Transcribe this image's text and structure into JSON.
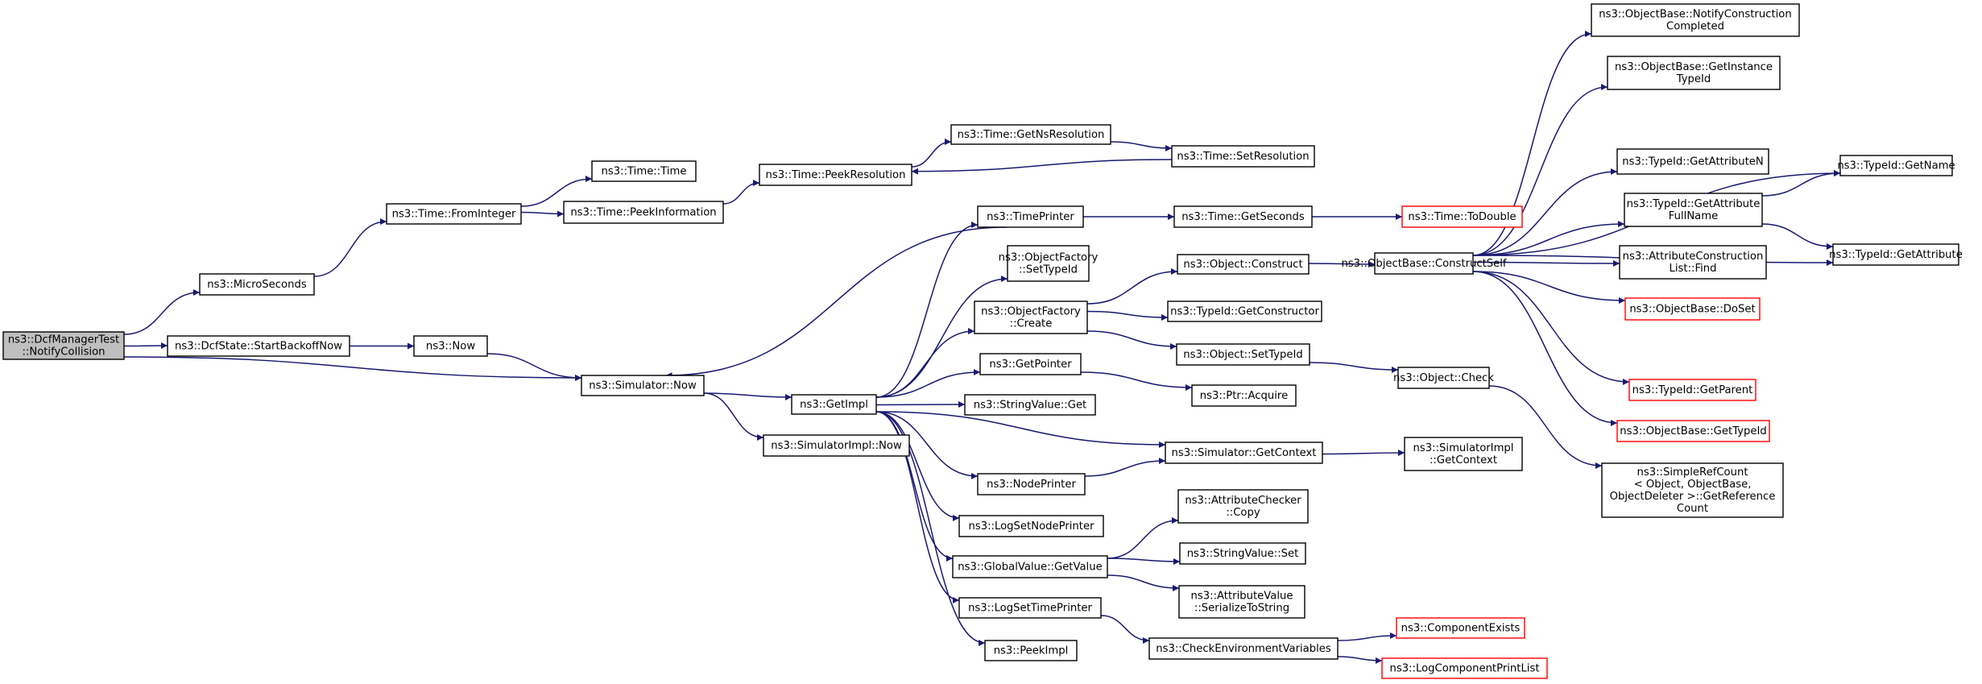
{
  "colors": {
    "edge": "#191970",
    "root_fill": "#bfbfbf",
    "truncated_border": "#ff0000",
    "node_border": "#000000"
  },
  "nodes": [
    {
      "id": "root",
      "lines": [
        "ns3::DcfManagerTest",
        "::NotifyCollision"
      ],
      "kind": "root"
    },
    {
      "id": "microseconds",
      "lines": [
        "ns3::MicroSeconds"
      ]
    },
    {
      "id": "startbackoff",
      "lines": [
        "ns3::DcfState::StartBackoffNow"
      ]
    },
    {
      "id": "sim_now",
      "lines": [
        "ns3::Simulator::Now"
      ]
    },
    {
      "id": "frominteger",
      "lines": [
        "ns3::Time::FromInteger"
      ]
    },
    {
      "id": "time_time",
      "lines": [
        "ns3::Time::Time"
      ]
    },
    {
      "id": "peekinfo",
      "lines": [
        "ns3::Time::PeekInformation"
      ]
    },
    {
      "id": "peekres",
      "lines": [
        "ns3::Time::PeekResolution"
      ]
    },
    {
      "id": "getnsres",
      "lines": [
        "ns3::Time::GetNsResolution"
      ]
    },
    {
      "id": "setres",
      "lines": [
        "ns3::Time::SetResolution"
      ]
    },
    {
      "id": "ns3now",
      "lines": [
        "ns3::Now"
      ]
    },
    {
      "id": "getimpl",
      "lines": [
        "ns3::GetImpl"
      ]
    },
    {
      "id": "simimpl_now",
      "lines": [
        "ns3::SimulatorImpl::Now"
      ]
    },
    {
      "id": "timeprinter",
      "lines": [
        "ns3::TimePrinter"
      ]
    },
    {
      "id": "of_settypeid",
      "lines": [
        "ns3::ObjectFactory",
        "::SetTypeId"
      ]
    },
    {
      "id": "of_create",
      "lines": [
        "ns3::ObjectFactory",
        "::Create"
      ]
    },
    {
      "id": "getpointer",
      "lines": [
        "ns3::GetPointer"
      ]
    },
    {
      "id": "stringvalue_get",
      "lines": [
        "ns3::StringValue::Get"
      ]
    },
    {
      "id": "nodeprinter",
      "lines": [
        "ns3::NodePrinter"
      ]
    },
    {
      "id": "logsetnodeprinter",
      "lines": [
        "ns3::LogSetNodePrinter"
      ]
    },
    {
      "id": "gv_getvalue",
      "lines": [
        "ns3::GlobalValue::GetValue"
      ]
    },
    {
      "id": "logsettimeprinter",
      "lines": [
        "ns3::LogSetTimePrinter"
      ]
    },
    {
      "id": "peekimpl",
      "lines": [
        "ns3::PeekImpl"
      ]
    },
    {
      "id": "getseconds",
      "lines": [
        "ns3::Time::GetSeconds"
      ]
    },
    {
      "id": "todouble",
      "lines": [
        "ns3::Time::ToDouble"
      ],
      "kind": "trunc"
    },
    {
      "id": "obj_construct",
      "lines": [
        "ns3::Object::Construct"
      ]
    },
    {
      "id": "typeid_getconstructor",
      "lines": [
        "ns3::TypeId::GetConstructor"
      ]
    },
    {
      "id": "obj_settypeid",
      "lines": [
        "ns3::Object::SetTypeId"
      ]
    },
    {
      "id": "ptr_acquire",
      "lines": [
        "ns3::Ptr::Acquire"
      ]
    },
    {
      "id": "sim_getcontext",
      "lines": [
        "ns3::Simulator::GetContext"
      ]
    },
    {
      "id": "attrchecker_copy",
      "lines": [
        "ns3::AttributeChecker",
        "::Copy"
      ]
    },
    {
      "id": "stringvalue_set",
      "lines": [
        "ns3::StringValue::Set"
      ]
    },
    {
      "id": "attrvalue_ser",
      "lines": [
        "ns3::AttributeValue",
        "::SerializeToString"
      ]
    },
    {
      "id": "checkenv",
      "lines": [
        "ns3::CheckEnvironmentVariables"
      ]
    },
    {
      "id": "componentexists",
      "lines": [
        "ns3::ComponentExists"
      ],
      "kind": "trunc"
    },
    {
      "id": "logcomponentprintlist",
      "lines": [
        "ns3::LogComponentPrintList"
      ],
      "kind": "trunc"
    },
    {
      "id": "constructself",
      "lines": [
        "ns3::ObjectBase::ConstructSelf"
      ]
    },
    {
      "id": "obj_check",
      "lines": [
        "ns3::Object::Check"
      ]
    },
    {
      "id": "simimpl_getcontext",
      "lines": [
        "ns3::SimulatorImpl",
        "::GetContext"
      ]
    },
    {
      "id": "notifyconstruction",
      "lines": [
        "ns3::ObjectBase::NotifyConstruction",
        "Completed"
      ]
    },
    {
      "id": "getinstancetypeid",
      "lines": [
        "ns3::ObjectBase::GetInstance",
        "TypeId"
      ]
    },
    {
      "id": "getattributen",
      "lines": [
        "ns3::TypeId::GetAttributeN"
      ]
    },
    {
      "id": "getattrfullname",
      "lines": [
        "ns3::TypeId::GetAttribute",
        "FullName"
      ]
    },
    {
      "id": "attrconstructionlist_find",
      "lines": [
        "ns3::AttributeConstruction",
        "List::Find"
      ]
    },
    {
      "id": "doset",
      "lines": [
        "ns3::ObjectBase::DoSet"
      ],
      "kind": "trunc"
    },
    {
      "id": "getparent",
      "lines": [
        "ns3::TypeId::GetParent"
      ],
      "kind": "trunc"
    },
    {
      "id": "objectbase_gettypeid",
      "lines": [
        "ns3::ObjectBase::GetTypeId"
      ],
      "kind": "trunc"
    },
    {
      "id": "simplerefcount",
      "lines": [
        "ns3::SimpleRefCount",
        "< Object, ObjectBase,",
        "ObjectDeleter >::GetReference",
        "Count"
      ]
    },
    {
      "id": "typeid_getname",
      "lines": [
        "ns3::TypeId::GetName"
      ]
    },
    {
      "id": "typeid_getattribute",
      "lines": [
        "ns3::TypeId::GetAttribute"
      ]
    }
  ],
  "edges": [
    [
      "root",
      "microseconds"
    ],
    [
      "root",
      "startbackoff"
    ],
    [
      "root",
      "sim_now"
    ],
    [
      "microseconds",
      "frominteger"
    ],
    [
      "frominteger",
      "time_time"
    ],
    [
      "frominteger",
      "peekinfo"
    ],
    [
      "peekinfo",
      "peekres"
    ],
    [
      "peekres",
      "getnsres"
    ],
    [
      "getnsres",
      "setres"
    ],
    [
      "setres",
      "peekres"
    ],
    [
      "startbackoff",
      "ns3now"
    ],
    [
      "ns3now",
      "sim_now"
    ],
    [
      "sim_now",
      "getimpl"
    ],
    [
      "sim_now",
      "simimpl_now"
    ],
    [
      "getimpl",
      "timeprinter"
    ],
    [
      "getimpl",
      "of_settypeid"
    ],
    [
      "getimpl",
      "of_create"
    ],
    [
      "getimpl",
      "getpointer"
    ],
    [
      "getimpl",
      "stringvalue_get"
    ],
    [
      "getimpl",
      "sim_getcontext"
    ],
    [
      "getimpl",
      "nodeprinter"
    ],
    [
      "getimpl",
      "logsetnodeprinter"
    ],
    [
      "getimpl",
      "gv_getvalue"
    ],
    [
      "getimpl",
      "logsettimeprinter"
    ],
    [
      "getimpl",
      "peekimpl"
    ],
    [
      "timeprinter",
      "sim_now"
    ],
    [
      "timeprinter",
      "getseconds"
    ],
    [
      "getseconds",
      "todouble"
    ],
    [
      "of_create",
      "obj_construct"
    ],
    [
      "of_create",
      "typeid_getconstructor"
    ],
    [
      "of_create",
      "obj_settypeid"
    ],
    [
      "getpointer",
      "ptr_acquire"
    ],
    [
      "nodeprinter",
      "sim_getcontext"
    ],
    [
      "gv_getvalue",
      "attrchecker_copy"
    ],
    [
      "gv_getvalue",
      "stringvalue_set"
    ],
    [
      "gv_getvalue",
      "attrvalue_ser"
    ],
    [
      "logsettimeprinter",
      "checkenv"
    ],
    [
      "checkenv",
      "componentexists"
    ],
    [
      "checkenv",
      "logcomponentprintlist"
    ],
    [
      "obj_construct",
      "constructself"
    ],
    [
      "obj_settypeid",
      "obj_check"
    ],
    [
      "sim_getcontext",
      "simimpl_getcontext"
    ],
    [
      "constructself",
      "notifyconstruction"
    ],
    [
      "constructself",
      "getinstancetypeid"
    ],
    [
      "constructself",
      "typeid_getname"
    ],
    [
      "constructself",
      "getattributen"
    ],
    [
      "constructself",
      "getattrfullname"
    ],
    [
      "constructself",
      "attrconstructionlist_find"
    ],
    [
      "constructself",
      "doset"
    ],
    [
      "constructself",
      "typeid_getattribute"
    ],
    [
      "constructself",
      "getparent"
    ],
    [
      "constructself",
      "objectbase_gettypeid"
    ],
    [
      "getattrfullname",
      "typeid_getname"
    ],
    [
      "getattrfullname",
      "typeid_getattribute"
    ],
    [
      "obj_check",
      "simplerefcount"
    ]
  ]
}
